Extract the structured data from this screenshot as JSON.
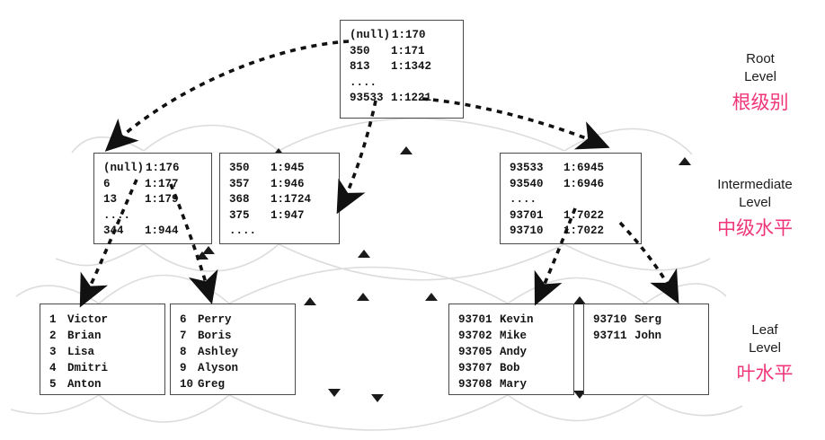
{
  "diagram": {
    "title": "B-tree index structure",
    "colors": {
      "node_border": "#4a4a4a",
      "text": "#141414",
      "sibling_arc": "#d8d8d8",
      "child_pointer": "#111111",
      "label_en": "#1c1c1c",
      "label_zh": "#f0367a"
    }
  },
  "levels": [
    {
      "en_line1": "Root",
      "en_line2": "Level",
      "zh": "根级别"
    },
    {
      "en_line1": "Intermediate",
      "en_line2": "Level",
      "zh": "中级水平"
    },
    {
      "en_line1": "Leaf",
      "en_line2": "Level",
      "zh": "叶水平"
    }
  ],
  "root": {
    "rows": [
      {
        "key": "(null)",
        "value": "1:170"
      },
      {
        "key": "350",
        "value": "1:171"
      },
      {
        "key": "813",
        "value": "1:1342"
      },
      {
        "key": "....",
        "value": ""
      },
      {
        "key": "93533",
        "value": "1:1221"
      }
    ]
  },
  "intermediate": [
    {
      "rows": [
        {
          "key": "(null)",
          "value": "1:176"
        },
        {
          "key": "6",
          "value": "1:177"
        },
        {
          "key": "13",
          "value": "1:179"
        },
        {
          "key": "....",
          "value": ""
        },
        {
          "key": "344",
          "value": "1:944"
        }
      ]
    },
    {
      "rows": [
        {
          "key": "350",
          "value": "1:945"
        },
        {
          "key": "357",
          "value": "1:946"
        },
        {
          "key": "368",
          "value": "1:1724"
        },
        {
          "key": "375",
          "value": "1:947"
        },
        {
          "key": "....",
          "value": ""
        }
      ]
    },
    {
      "rows": [
        {
          "key": "93533",
          "value": "1:6945"
        },
        {
          "key": "93540",
          "value": "1:6946"
        },
        {
          "key": "....",
          "value": ""
        },
        {
          "key": "93701",
          "value": "1:7022"
        },
        {
          "key": "93710",
          "value": "1:7022"
        }
      ]
    }
  ],
  "leaves": [
    {
      "rows": [
        {
          "id": "1",
          "name": "Victor"
        },
        {
          "id": "2",
          "name": "Brian"
        },
        {
          "id": "3",
          "name": "Lisa"
        },
        {
          "id": "4",
          "name": "Dmitri"
        },
        {
          "id": "5",
          "name": "Anton"
        }
      ]
    },
    {
      "rows": [
        {
          "id": "6",
          "name": "Perry"
        },
        {
          "id": "7",
          "name": "Boris"
        },
        {
          "id": "8",
          "name": "Ashley"
        },
        {
          "id": "9",
          "name": "Alyson"
        },
        {
          "id": "10",
          "name": "Greg"
        }
      ]
    },
    {
      "rows": [
        {
          "id": "93701",
          "name": "Kevin"
        },
        {
          "id": "93702",
          "name": "Mike"
        },
        {
          "id": "93705",
          "name": "Andy"
        },
        {
          "id": "93707",
          "name": "Bob"
        },
        {
          "id": "93708",
          "name": "Mary"
        }
      ]
    },
    {
      "rows": [
        {
          "id": "93710",
          "name": "Serg"
        },
        {
          "id": "93711",
          "name": "John"
        }
      ]
    }
  ]
}
